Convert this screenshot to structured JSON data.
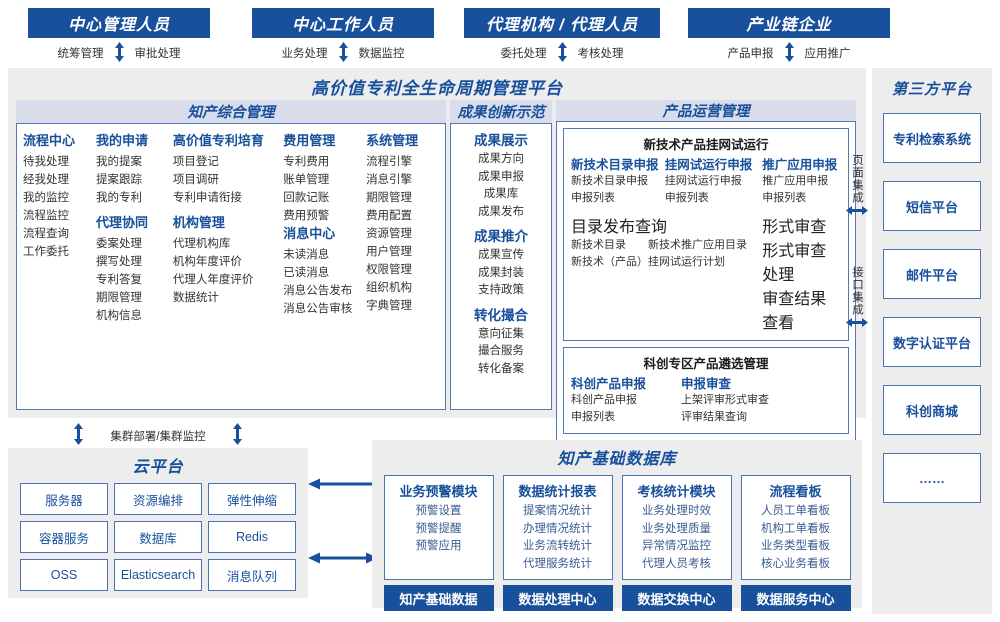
{
  "roles": [
    {
      "title": "中心管理人员",
      "left": "统筹管理",
      "right": "审批处理"
    },
    {
      "title": "中心工作人员",
      "left": "业务处理",
      "right": "数据监控"
    },
    {
      "title": "代理机构 / 代理人员",
      "left": "委托处理",
      "right": "考核处理"
    },
    {
      "title": "产业链企业",
      "left": "产品申报",
      "right": "应用推广"
    }
  ],
  "platform": {
    "title": "高价值专利全生命周期管理平台",
    "groups": {
      "zcgl": {
        "title": "知产综合管理",
        "columns": [
          {
            "blocks": [
              {
                "head": "流程中心",
                "items": [
                  "待我处理",
                  "经我处理",
                  "我的监控",
                  "流程监控",
                  "流程查询",
                  "工作委托"
                ]
              }
            ]
          },
          {
            "blocks": [
              {
                "head": "我的申请",
                "items": [
                  "我的提案",
                  "提案跟踪",
                  "我的专利"
                ]
              },
              {
                "head": "代理协同",
                "items": [
                  "委案处理",
                  "撰写处理",
                  "专利答复",
                  "期限管理",
                  "机构信息"
                ]
              }
            ]
          },
          {
            "blocks": [
              {
                "head": "高价值专利培育",
                "items": [
                  "项目登记",
                  "项目调研",
                  "专利申请衔接"
                ]
              },
              {
                "head": "机构管理",
                "items": [
                  "代理机构库",
                  "机构年度评价",
                  "代理人年度评价",
                  "数据统计"
                ]
              }
            ]
          },
          {
            "blocks": [
              {
                "head": "费用管理",
                "items": [
                  "专利费用",
                  "账单管理",
                  "回款记账",
                  "费用预警"
                ]
              },
              {
                "head": "消息中心",
                "items": [
                  "未读消息",
                  "已读消息",
                  "消息公告发布",
                  "消息公告审核"
                ]
              }
            ]
          },
          {
            "blocks": [
              {
                "head": "系统管理",
                "items": [
                  "流程引擎",
                  "消息引擎",
                  "期限管理",
                  "费用配置",
                  "资源管理",
                  "用户管理",
                  "权限管理",
                  "组织机构",
                  "字典管理"
                ]
              }
            ]
          }
        ]
      },
      "cgcx": {
        "title": "成果创新示范",
        "blocks": [
          {
            "head": "成果展示",
            "items": [
              "成果方向",
              "成果申报",
              "成果库",
              "成果发布"
            ]
          },
          {
            "head": "成果推介",
            "items": [
              "成果宣传",
              "成果封装",
              "支持政策"
            ]
          },
          {
            "head": "转化撮合",
            "items": [
              "意向征集",
              "撮合服务",
              "转化备案"
            ]
          }
        ]
      },
      "cpyy": {
        "title": "产品运营管理",
        "boxes": [
          {
            "caption": "新技术产品挂网试运行",
            "columns": [
              {
                "head": "新技术目录申报",
                "items": [
                  "新技术目录申报",
                  "申报列表"
                ]
              },
              {
                "head": "挂网试运行申报",
                "items": [
                  "挂网试运行申报",
                  "申报列表"
                ]
              },
              {
                "head": "推广应用申报",
                "items": [
                  "推广应用申报",
                  "申报列表"
                ]
              }
            ],
            "second": {
              "left_head": "目录发布查询",
              "right_head": "形式审查",
              "left_rows": [
                "新技术目录　　新技术推广应用目录",
                "新技术（产品）挂网试运行计划"
              ],
              "right_rows": [
                "形式审查处理",
                "审查结果查看"
              ]
            }
          },
          {
            "caption": "科创专区产品遴选管理",
            "columns": [
              {
                "head": "科创产品申报",
                "items": [
                  "科创产品申报",
                  "申报列表"
                ]
              },
              {
                "head": "申报审查",
                "items": [
                  "上架评审形式审查",
                  "评审结果查询"
                ]
              }
            ]
          }
        ]
      }
    }
  },
  "integration": {
    "page_label": "页面集成",
    "api_label": "接口集成",
    "arrow": "⟷"
  },
  "third_party": {
    "title": "第三方平台",
    "items": [
      "专利检索系统",
      "短信平台",
      "邮件平台",
      "数字认证平台",
      "科创商城",
      "……"
    ]
  },
  "cluster": {
    "label": "集群部署/集群监控"
  },
  "cloud": {
    "title": "云平台",
    "cells": [
      "服务器",
      "资源编排",
      "弹性伸缩",
      "容器服务",
      "数据库",
      "Redis",
      "OSS",
      "Elasticsearch",
      "消息队列"
    ]
  },
  "database": {
    "title": "知产基础数据库",
    "columns": [
      {
        "head": "业务预警模块",
        "items": [
          "预警设置",
          "预警提醒",
          "预警应用"
        ],
        "foot": "知产基础数据"
      },
      {
        "head": "数据统计报表",
        "items": [
          "提案情况统计",
          "办理情况统计",
          "业务流转统计",
          "代理服务统计"
        ],
        "foot": "数据处理中心"
      },
      {
        "head": "考核统计模块",
        "items": [
          "业务处理时效",
          "业务处理质量",
          "异常情况监控",
          "代理人员考核"
        ],
        "foot": "数据交换中心"
      },
      {
        "head": "流程看板",
        "items": [
          "人员工单看板",
          "机构工单看板",
          "业务类型看板",
          "核心业务看板"
        ],
        "foot": "数据服务中心"
      }
    ]
  },
  "colors": {
    "brand_blue": "#18509c",
    "panel_gray": "#ededed",
    "group_head": "#d9dcea",
    "border_blue": "#4a72b5"
  }
}
